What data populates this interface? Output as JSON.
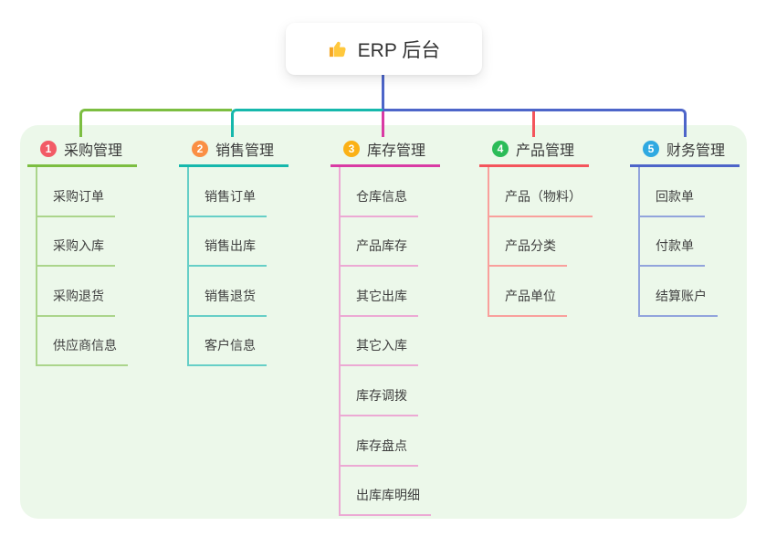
{
  "root": {
    "label": "ERP 后台",
    "icon": "thumbs-up-icon",
    "line_color": "#4D65C9"
  },
  "panel": {
    "background": "#ECF8EA"
  },
  "text_colors": {
    "title": "#3a3a3a",
    "child": "#3f3f3f",
    "root": "#333333"
  },
  "branches": [
    {
      "num": "1",
      "title": "采购管理",
      "circle_color": "#F25B66",
      "main_color": "#7CBE41",
      "light_color": "#ABD58B",
      "children": [
        "采购订单",
        "采购入库",
        "采购退货",
        "供应商信息"
      ]
    },
    {
      "num": "2",
      "title": "销售管理",
      "circle_color": "#FA8F44",
      "main_color": "#16B8AC",
      "light_color": "#66CFC7",
      "children": [
        "销售订单",
        "销售出库",
        "销售退货",
        "客户信息"
      ]
    },
    {
      "num": "3",
      "title": "库存管理",
      "circle_color": "#FBB116",
      "main_color": "#D93BA4",
      "light_color": "#ECA9D4",
      "children": [
        "仓库信息",
        "产品库存",
        "其它出库",
        "其它入库",
        "库存调拨",
        "库存盘点",
        "出库库明细"
      ]
    },
    {
      "num": "4",
      "title": "产品管理",
      "circle_color": "#2BBC58",
      "main_color": "#F4555C",
      "light_color": "#F9A09C",
      "children": [
        "产品（物料）",
        "产品分类",
        "产品单位"
      ]
    },
    {
      "num": "5",
      "title": "财务管理",
      "circle_color": "#2FA9E1",
      "main_color": "#4D65C9",
      "light_color": "#92A4DC",
      "children": [
        "回款单",
        "付款单",
        "结算账户"
      ]
    }
  ]
}
